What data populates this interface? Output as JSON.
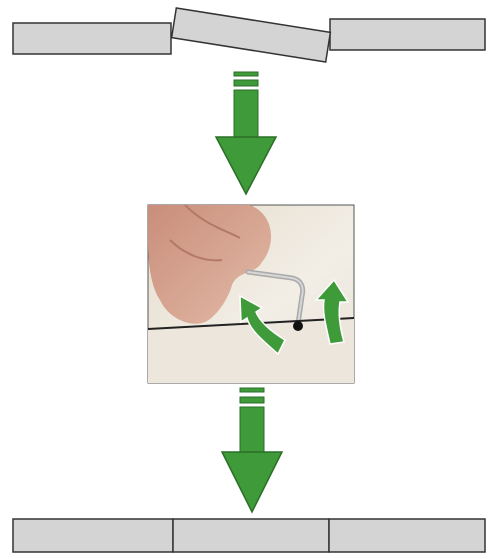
{
  "diagram": {
    "description_visible_text": "",
    "colors": {
      "panel_fill": "#d4d4d4",
      "panel_stroke": "#333333",
      "arrow_fill": "#3f9a3a",
      "arrow_stroke": "#2b6e28",
      "photo_bg": "#efe9df",
      "photo_frame": "#555555",
      "hex_key": "#b9b9b9",
      "edge_line": "#222222"
    },
    "steps": [
      {
        "id": "misaligned-panels",
        "icon": "misaligned-panels-icon"
      },
      {
        "id": "adjust-hinge-with-hex-key",
        "icon": "hex-key-adjustment-photo"
      },
      {
        "id": "aligned-panels",
        "icon": "aligned-panels-icon"
      }
    ],
    "arrows": [
      {
        "from": "misaligned-panels",
        "to": "adjust-hinge-with-hex-key",
        "icon": "down-arrow-icon"
      },
      {
        "from": "adjust-hinge-with-hex-key",
        "to": "aligned-panels",
        "icon": "down-arrow-icon"
      }
    ],
    "rotation_arrows": 2
  }
}
